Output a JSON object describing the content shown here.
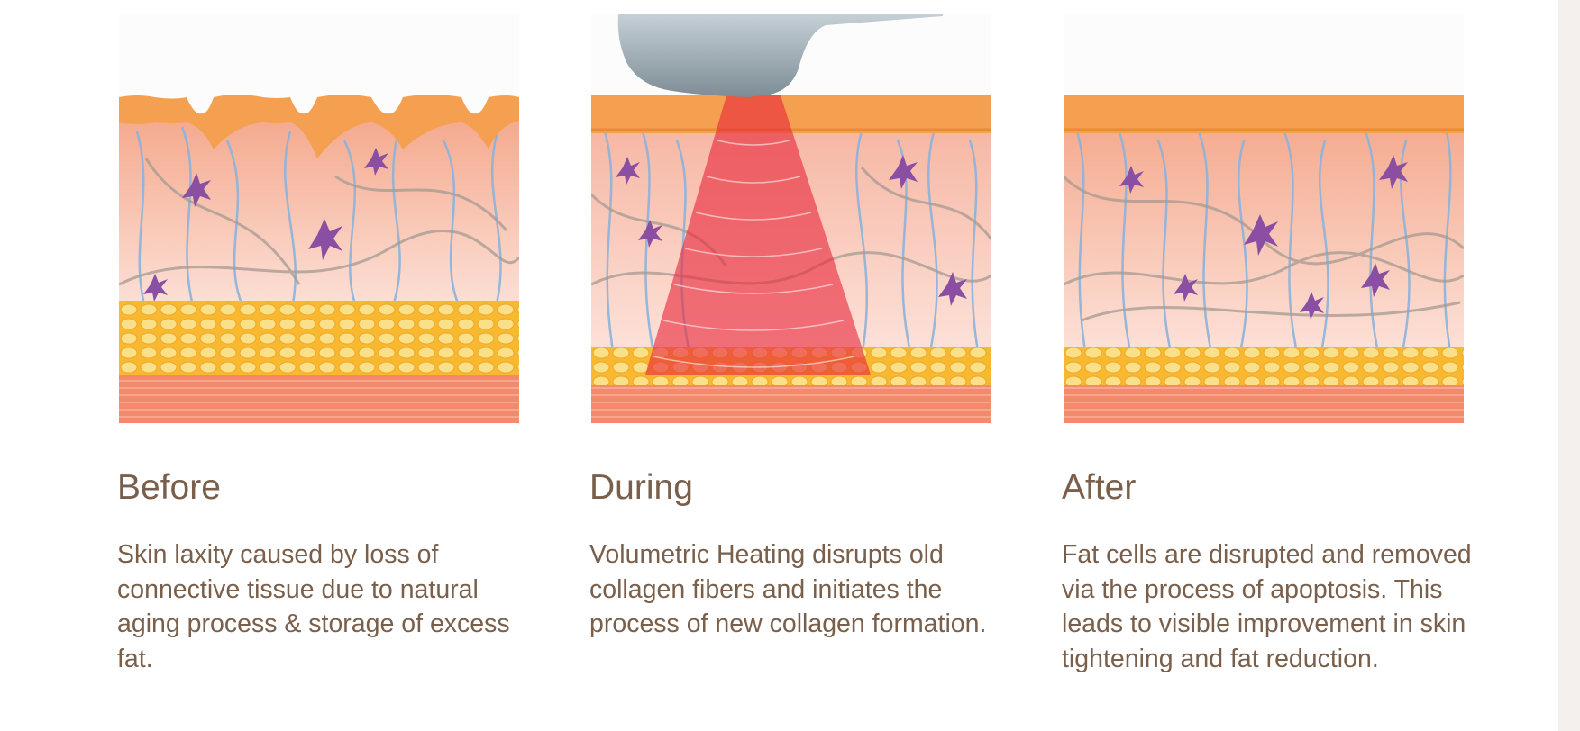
{
  "stages": [
    {
      "title": "Before",
      "description": "Skin laxity caused by loss of connective tissue due to natural aging process & storage of excess fat."
    },
    {
      "title": "During",
      "description": "Volumetric Heating disrupts old collagen fibers and initiates the process of new collagen formation."
    },
    {
      "title": "After",
      "description": "Fat cells are disrupted and removed via the process of apoptosis. This leads to visible improvement in skin tightening and fat reduction."
    }
  ],
  "colors": {
    "text": "#7a5f4b",
    "epidermis": "#f5a050",
    "dermis": "#f6c4b4",
    "fat": "#f6c23e",
    "muscle": "#f08868",
    "collagen": "#8bb3dc",
    "cells": "#8a4fa3",
    "heat_beam": "#e8283c",
    "device": "#9aa8b0"
  },
  "icons": [
    "skin-cross-section-illustration",
    "handpiece-device-icon",
    "heat-beam-icon",
    "fat-cell-icon"
  ]
}
